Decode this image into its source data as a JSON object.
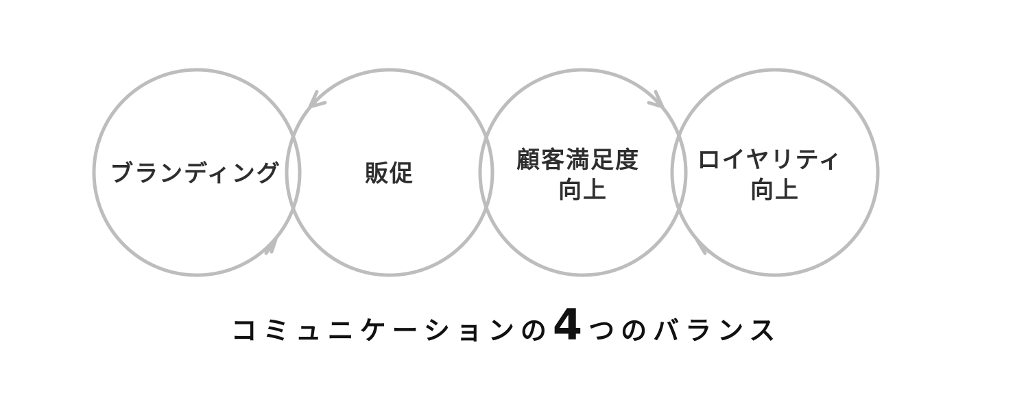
{
  "diagram": {
    "nodes": [
      {
        "id": "branding",
        "lines": [
          "ブランディング"
        ]
      },
      {
        "id": "sales-promotion",
        "lines": [
          "販促"
        ]
      },
      {
        "id": "customer-satisfaction",
        "lines": [
          "顧客満足度",
          "向上"
        ]
      },
      {
        "id": "loyalty",
        "lines": [
          "ロイヤリティ",
          "向上"
        ]
      }
    ],
    "caption": {
      "before": "コミュニケーションの",
      "number": "4",
      "after": "つのバランス"
    }
  },
  "colors": {
    "circle_stroke": "#bdbdbd",
    "label_text": "#2e2e2e",
    "caption_text": "#111111",
    "background": "#ffffff"
  }
}
